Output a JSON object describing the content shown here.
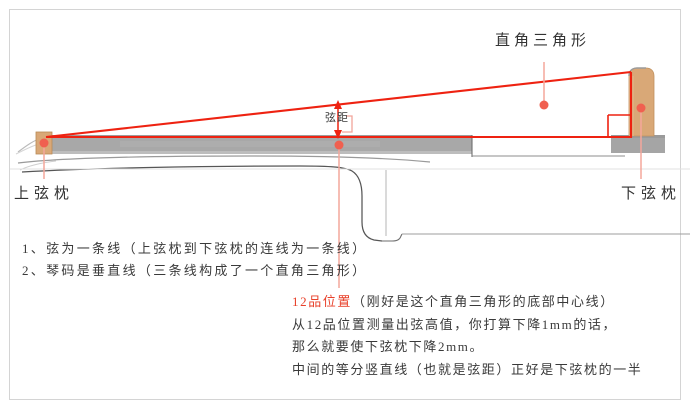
{
  "diagram": {
    "title_label": "直角三角形",
    "upper_nut_label": "上弦枕",
    "lower_nut_label": "下弦枕",
    "gap_label": "弦距"
  },
  "colors": {
    "string_red": "#ee2211",
    "callout_red": "#f4a79b",
    "dot_red": "#f06050",
    "fretboard_gray": "#a8a8a8",
    "nut_tan": "#d9a877",
    "border_gray": "#d4d4d4",
    "text_gray": "#3a3a3a",
    "accent_red_text": "#e8402a"
  },
  "notes": [
    "1、弦为一条线（上弦枕到下弦枕的连线为一条线）",
    "2、琴码是垂直线（三条线构成了一个直角三角形）"
  ],
  "explain": {
    "line1_red": "12品位置",
    "line1_rest": "（刚好是这个直角三角形的底部中心线）",
    "line2": "从12品位置测量出弦高值，你打算下降1mm的话，",
    "line3": "那么就要使下弦枕下降2mm。",
    "line4": "中间的等分竖直线（也就是弦距）正好是下弦枕的一半"
  }
}
